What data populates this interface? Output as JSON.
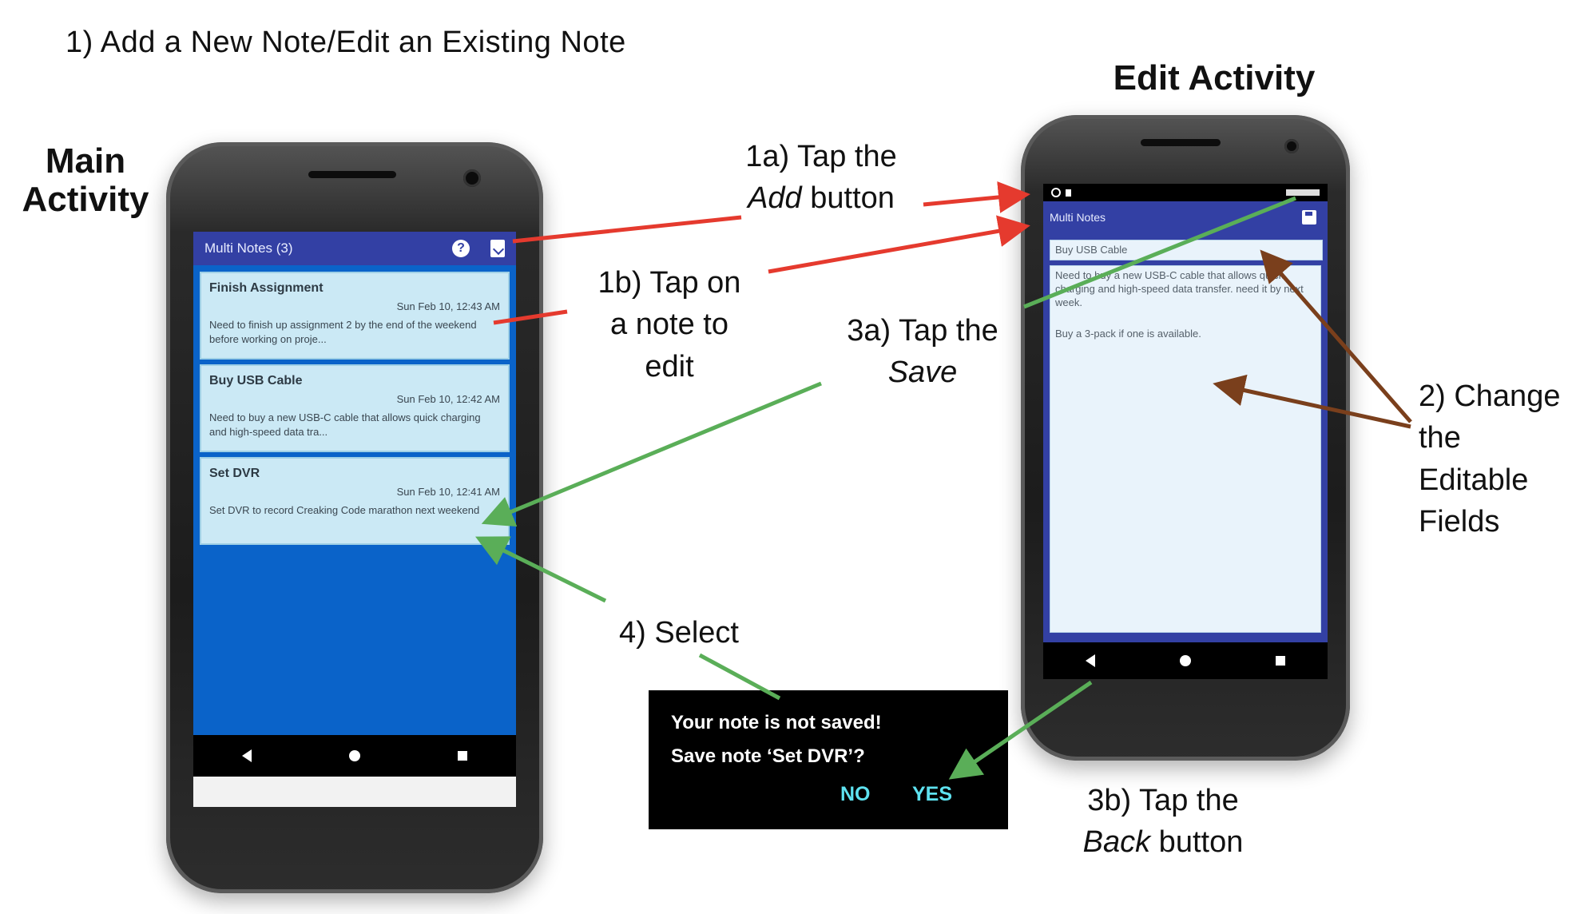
{
  "heading": "1)   Add a New Note/Edit an Existing Note",
  "labels": {
    "main_activity_1": "Main",
    "main_activity_2": "Activity",
    "edit_activity": "Edit Activity"
  },
  "callouts": {
    "c1a_line1": "1a) Tap the",
    "c1a_em": "Add",
    "c1a_rest": " button",
    "c1b_line1": "1b) Tap on",
    "c1b_line2": "a note to",
    "c1b_line3": "edit",
    "c3a_line1": "3a) Tap the",
    "c3a_em": "Save",
    "c2_line1": "2) Change",
    "c2_line2": "the",
    "c2_line3": "Editable",
    "c2_line4": "Fields",
    "c4": "4) Select",
    "c3b_line1": "3b) Tap the",
    "c3b_em": "Back",
    "c3b_rest": " button"
  },
  "main_screen": {
    "app_title": "Multi Notes (3)",
    "info_icon": "?",
    "notes": [
      {
        "title": "Finish Assignment",
        "date": "Sun Feb 10, 12:43 AM",
        "body": "Need to finish up assignment 2 by the end of the weekend before working on proje..."
      },
      {
        "title": "Buy USB Cable",
        "date": "Sun Feb 10, 12:42 AM",
        "body": "Need to buy a new USB-C cable that allows quick charging and high-speed data tra..."
      },
      {
        "title": "Set DVR",
        "date": "Sun Feb 10, 12:41 AM",
        "body": "Set DVR to record Creaking Code marathon next weekend"
      }
    ]
  },
  "edit_screen": {
    "app_title": "Multi Notes",
    "title_field": "Buy USB Cable",
    "body_field_p1": "Need to buy a new USB-C cable that allows quick charging and high-speed data transfer. need it by next week.",
    "body_field_p2": "Buy a 3-pack if one is available."
  },
  "dialog": {
    "line1": "Your note is not saved!",
    "line2": "Save note ‘Set DVR’?",
    "no": "NO",
    "yes": "YES"
  },
  "colors": {
    "arrow_red": "#e53a2e",
    "arrow_green": "#5aae58",
    "arrow_brown": "#7a3f1c",
    "app_bar": "#3340a4",
    "list_bg": "#0a63c9",
    "note_card": "#cbe9f5",
    "dialog_button": "#5ee2f0"
  }
}
